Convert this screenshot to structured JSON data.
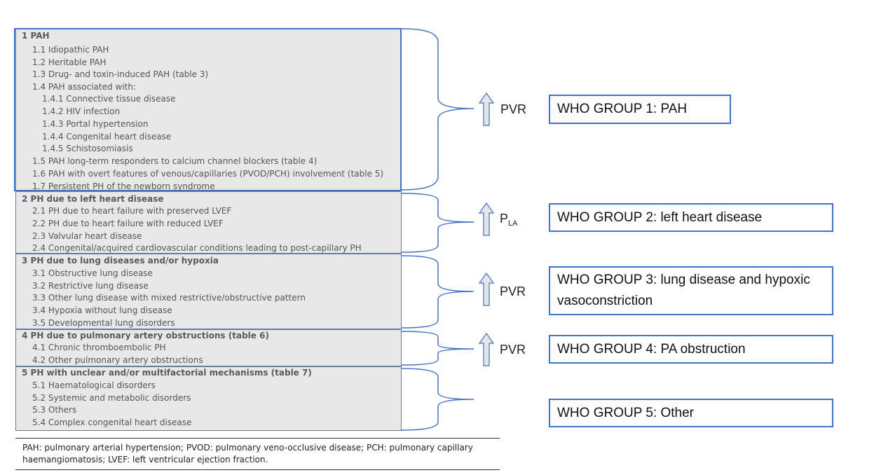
{
  "groups": [
    {
      "header": "1 PAH",
      "items": [
        {
          "level": 1,
          "text": "1.1 Idiopathic PAH"
        },
        {
          "level": 1,
          "text": "1.2 Heritable PAH"
        },
        {
          "level": 1,
          "text": "1.3 Drug- and toxin-induced PAH (table 3)"
        },
        {
          "level": 1,
          "text": "1.4 PAH associated with:"
        },
        {
          "level": 2,
          "text": "1.4.1 Connective tissue disease"
        },
        {
          "level": 2,
          "text": "1.4.2 HIV infection"
        },
        {
          "level": 2,
          "text": "1.4.3 Portal hypertension"
        },
        {
          "level": 2,
          "text": "1.4.4 Congenital heart disease"
        },
        {
          "level": 2,
          "text": "1.4.5 Schistosomiasis"
        },
        {
          "level": 1,
          "text": "1.5 PAH long-term responders to calcium channel blockers (table 4)"
        },
        {
          "level": 1,
          "text": "1.6 PAH with overt features of venous/capillaries (PVOD/PCH) involvement (table 5)"
        },
        {
          "level": 1,
          "text": "1.7 Persistent PH of the newborn syndrome"
        }
      ],
      "param": "PVR",
      "param_sub": "",
      "arrow": true,
      "who_label": "WHO GROUP 1: PAH"
    },
    {
      "header": "2 PH due to left heart disease",
      "items": [
        {
          "level": 1,
          "text": "2.1 PH due to heart failure with preserved LVEF"
        },
        {
          "level": 1,
          "text": "2.2 PH due to heart failure with reduced LVEF"
        },
        {
          "level": 1,
          "text": "2.3 Valvular heart disease"
        },
        {
          "level": 1,
          "text": "2.4 Congenital/acquired cardiovascular conditions leading to post-capillary PH"
        }
      ],
      "param": "P",
      "param_sub": "LA",
      "arrow": true,
      "who_label": "WHO GROUP 2: left heart disease"
    },
    {
      "header": "3 PH due to lung diseases and/or hypoxia",
      "items": [
        {
          "level": 1,
          "text": "3.1 Obstructive lung disease"
        },
        {
          "level": 1,
          "text": "3.2 Restrictive lung disease"
        },
        {
          "level": 1,
          "text": "3.3 Other lung disease with mixed restrictive/obstructive pattern"
        },
        {
          "level": 1,
          "text": "3.4 Hypoxia without lung disease"
        },
        {
          "level": 1,
          "text": "3.5 Developmental lung disorders"
        }
      ],
      "param": "PVR",
      "param_sub": "",
      "arrow": true,
      "who_label": "WHO GROUP 3: lung disease and hypoxic vasoconstriction"
    },
    {
      "header": "4 PH due to pulmonary artery obstructions (table 6)",
      "items": [
        {
          "level": 1,
          "text": "4.1 Chronic thromboembolic PH"
        },
        {
          "level": 1,
          "text": "4.2 Other pulmonary artery obstructions"
        }
      ],
      "param": "PVR",
      "param_sub": "",
      "arrow": true,
      "who_label": "WHO GROUP 4: PA obstruction"
    },
    {
      "header": "5 PH with unclear and/or multifactorial mechanisms (table 7)",
      "items": [
        {
          "level": 1,
          "text": "5.1 Haematological disorders"
        },
        {
          "level": 1,
          "text": "5.2 Systemic and metabolic disorders"
        },
        {
          "level": 1,
          "text": "5.3 Others"
        },
        {
          "level": 1,
          "text": "5.4 Complex congenital heart disease"
        }
      ],
      "param": "",
      "param_sub": "",
      "arrow": false,
      "who_label": "WHO GROUP 5: Other"
    }
  ],
  "footnote": "PAH: pulmonary arterial hypertension; PVOD: pulmonary veno-occlusive disease; PCH: pulmonary capillary haemangiomatosis; LVEF: left ventricular ejection fraction.",
  "colors": {
    "accent": "#4472c4",
    "table_bg": "#e8e8e8",
    "text_grey": "#555555"
  }
}
